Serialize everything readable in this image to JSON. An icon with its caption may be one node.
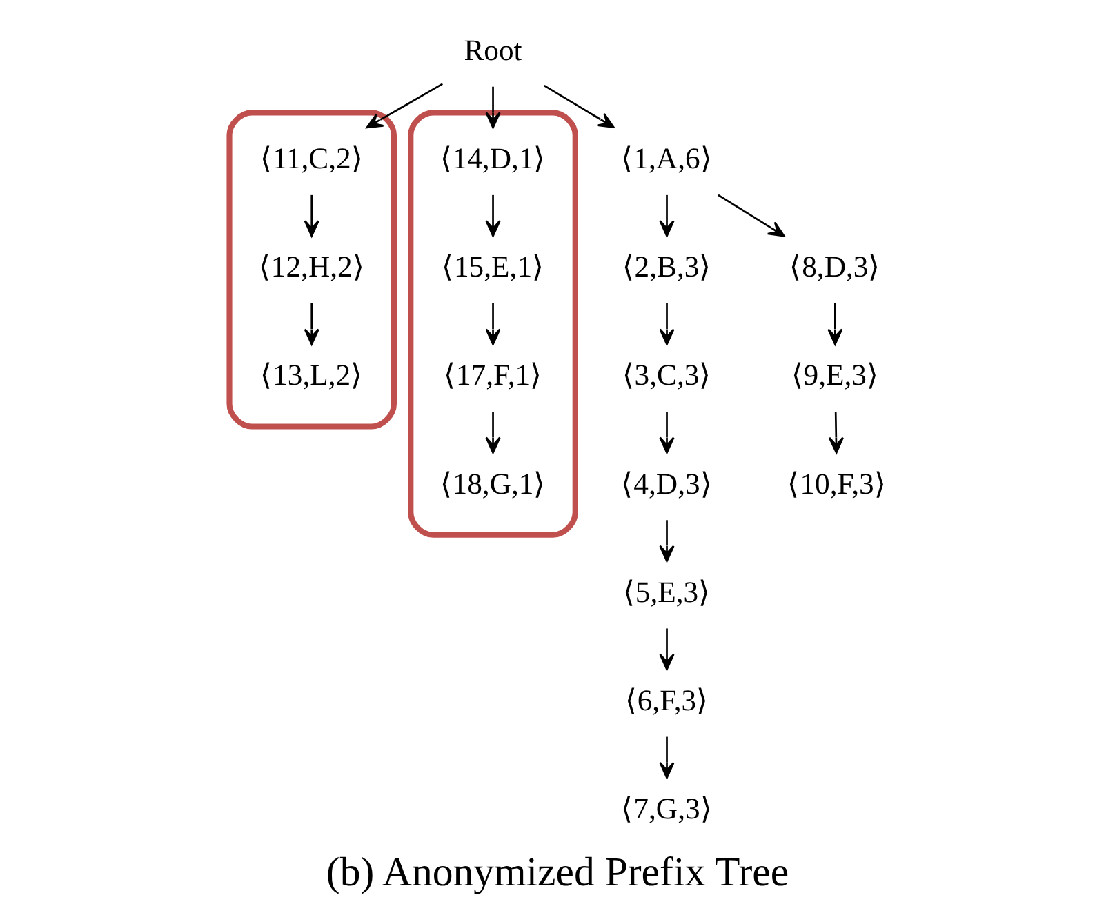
{
  "diagram": {
    "caption": "(b) Anonymized Prefix Tree",
    "nodes": [
      {
        "text": [
          "Root"
        ]
      },
      {
        "text": [
          "⟨1,A,6⟩"
        ]
      },
      {
        "text": [
          "⟨2,B,3⟩"
        ]
      },
      {
        "text": [
          "⟨3,C,3⟩"
        ]
      },
      {
        "text": [
          "⟨4,D,3⟩"
        ]
      },
      {
        "text": [
          "⟨5,E,3⟩"
        ]
      },
      {
        "text": [
          "⟨6,F,3⟩"
        ]
      },
      {
        "text": [
          "⟨7,G,3⟩"
        ]
      },
      {
        "text": [
          "⟨8,D,3⟩"
        ]
      },
      {
        "text": [
          "⟨9,E,3⟩"
        ]
      },
      {
        "text": [
          "⟨10,F,3⟩"
        ]
      },
      {
        "text": [],
        "shape": "ellipse"
      },
      {
        "text": [
          "⟨11,C,2⟩"
        ],
        "in": 11
      },
      {
        "text": [
          "⟨12,H,2⟩"
        ],
        "in": 11
      },
      {
        "text": [
          "⟨13,L,2⟩"
        ],
        "in": 11
      },
      {
        "text": [],
        "shape": "ellipse"
      },
      {
        "text": [
          "⟨14,D,1⟩"
        ],
        "in": 15
      },
      {
        "text": [
          "⟨15,E,1⟩"
        ],
        "in": 15
      },
      {
        "text": [
          "⟨17,F,1⟩"
        ],
        "in": 15
      },
      {
        "text": [
          "⟨18,G,1⟩"
        ],
        "in": 15
      }
    ],
    "edges": [
      {
        "from": 0,
        "to": 1,
        "arrow": "to"
      },
      {
        "from": 0,
        "to": 12,
        "arrow": "to"
      },
      {
        "from": 0,
        "to": 16,
        "arrow": "to"
      },
      {
        "from": 1,
        "to": 2,
        "arrow": "to"
      },
      {
        "from": 1,
        "to": 8,
        "arrow": "to"
      },
      {
        "from": 2,
        "to": 3,
        "arrow": "to"
      },
      {
        "from": 3,
        "to": 4,
        "arrow": "to"
      },
      {
        "from": 4,
        "to": 5,
        "arrow": "to"
      },
      {
        "from": 5,
        "to": 6,
        "arrow": "to"
      },
      {
        "from": 6,
        "to": 7,
        "arrow": "to"
      },
      {
        "from": 8,
        "to": 9,
        "arrow": "to"
      },
      {
        "from": 9,
        "to": 10,
        "arrow": "to"
      },
      {
        "from": 12,
        "to": 13,
        "arrow": "to"
      },
      {
        "from": 13,
        "to": 14,
        "arrow": "to"
      },
      {
        "from": 16,
        "to": 17,
        "arrow": "to"
      },
      {
        "from": 17,
        "to": 18,
        "arrow": "to"
      },
      {
        "from": 18,
        "to": 19,
        "arrow": "to"
      }
    ]
  }
}
